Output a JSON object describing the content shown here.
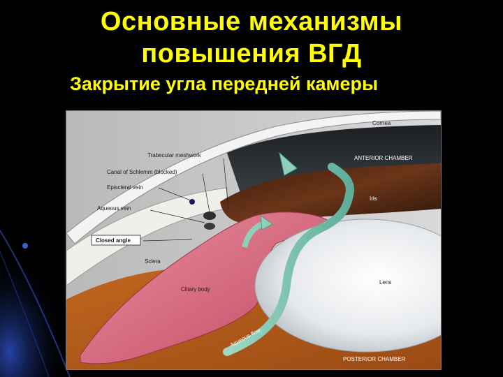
{
  "slide": {
    "title_line1": "Основные механизмы",
    "title_line2": "повышения ВГД",
    "subtitle": "Закрытие угла передней камеры",
    "colors": {
      "background": "#000000",
      "title": "#ffff00",
      "accent_swoosh": "#1a3a9a"
    }
  },
  "diagram": {
    "labels": {
      "cornea": "Cornea",
      "anterior_chamber": "ANTERIOR CHAMBER",
      "trabecular_meshwork": "Trabecular meshwork",
      "canal_of_schlemm": "Canal of Schlemm (blocked)",
      "episcleral_vein": "Episcleral vein",
      "aqueous_vein": "Aqueous vein",
      "closed_angle": "Closed angle",
      "iris": "Iris",
      "sclera": "Sclera",
      "lens": "Lens",
      "ciliary_body": "Ciliary body",
      "aqueous_flow": "Aqueous flow",
      "posterior_chamber": "POSTERIOR CHAMBER"
    }
  }
}
